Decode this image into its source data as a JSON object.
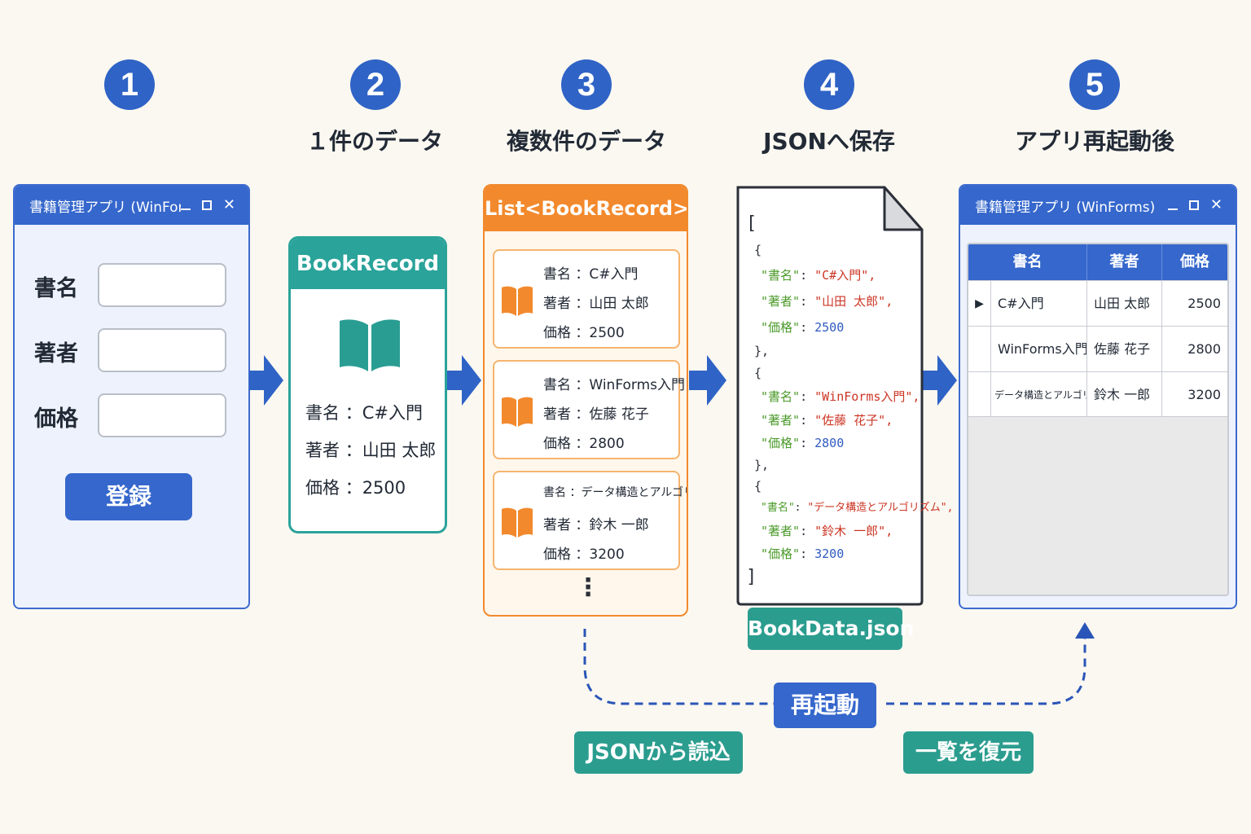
{
  "steps": [
    {
      "num": "1",
      "title": ""
    },
    {
      "num": "2",
      "title": "１件のデータ"
    },
    {
      "num": "3",
      "title": "複数件のデータ"
    },
    {
      "num": "4",
      "title": "JSONへ保存"
    },
    {
      "num": "5",
      "title": "アプリ再起動後"
    }
  ],
  "app_window": {
    "title": "書籍管理アプリ (WinForms)",
    "form": {
      "title_label": "書名",
      "author_label": "著者",
      "price_label": "価格",
      "title_value": "",
      "author_value": "",
      "price_value": "",
      "register_button": "登録"
    }
  },
  "record_card": {
    "header": "BookRecord",
    "icon": "book-icon",
    "rows": [
      {
        "label": "書名",
        "sep": "：",
        "value": "C#入門"
      },
      {
        "label": "著者",
        "sep": "：",
        "value": "山田 太郎"
      },
      {
        "label": "価格",
        "sep": "：",
        "value": "2500"
      }
    ]
  },
  "list_box": {
    "header": "List<BookRecord>",
    "items": [
      {
        "title": "書名 ：C#入門",
        "author": "著者 ：山田 太郎",
        "price": "価格 ：2500"
      },
      {
        "title": "書名 ：WinForms入門",
        "author": "著者 ：佐藤 花子",
        "price": "価格 ：2800"
      },
      {
        "title": "書名 ：データ構造とアルゴリズム",
        "author": "著者 ：鈴木 一郎",
        "price": "価格 ：3200"
      }
    ],
    "more": "⋮"
  },
  "json_file": {
    "filename": "BookData.json",
    "open_bracket": "[",
    "close_bracket": "]",
    "obj_open": "{",
    "obj_close": "},",
    "records": [
      {
        "k1": "\"書名\"",
        "v1": "\"C#入門\",",
        "k2": "\"著者\"",
        "v2": "\"山田 太郎\",",
        "k3": "\"価格\"",
        "v3": "2500"
      },
      {
        "k1": "\"書名\"",
        "v1": "\"WinForms入門\",",
        "k2": "\"著者\"",
        "v2": "\"佐藤 花子\",",
        "k3": "\"価格\"",
        "v3": "2800"
      },
      {
        "k1": "\"書名\"",
        "v1": "\"データ構造とアルゴリズム\",",
        "k2": "\"著者\"",
        "v2": "\"鈴木 一郎\",",
        "k3": "\"価格\"",
        "v3": "3200"
      }
    ]
  },
  "restored_window": {
    "title": "書籍管理アプリ (WinForms)",
    "grid": {
      "columns": [
        "書名",
        "著者",
        "価格"
      ],
      "rows": [
        {
          "marker": "▶",
          "title": "C#入門",
          "author": "山田 太郎",
          "price": "2500"
        },
        {
          "marker": "",
          "title": "WinForms入門",
          "author": "佐藤 花子",
          "price": "2800"
        },
        {
          "marker": "",
          "title": "データ構造とアルゴリズム",
          "author": "鈴木 一郎",
          "price": "3200"
        }
      ]
    }
  },
  "restart_flow": {
    "restart_label": "再起動",
    "load_label": "JSONから読込",
    "restore_label": "一覧を復元"
  },
  "colors": {
    "primary_blue": "#3567cc",
    "teal": "#2aa39a",
    "orange": "#f2892c",
    "background": "#fbf8f1"
  }
}
